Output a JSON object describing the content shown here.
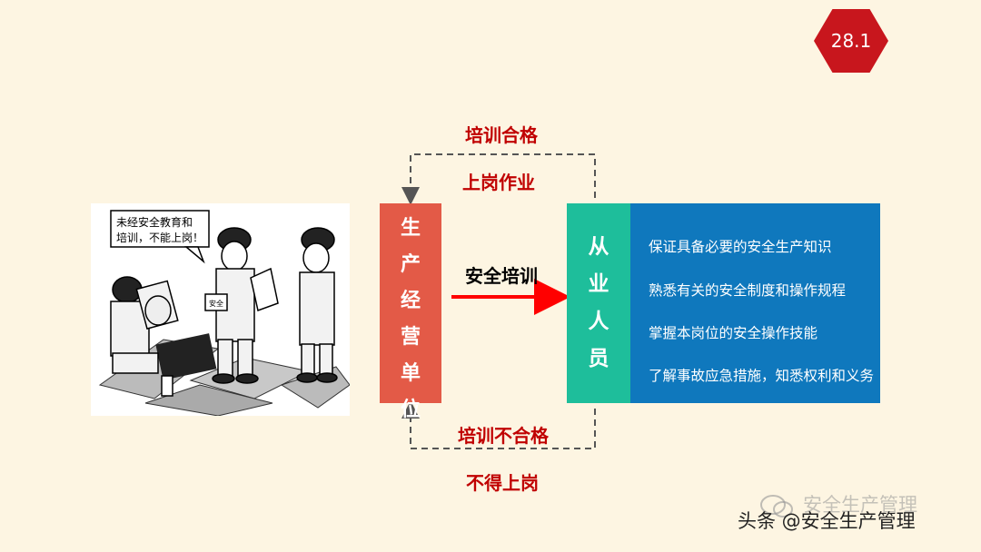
{
  "badge": "28.1",
  "cartoon": {
    "speech": "未经安全教育和培训，不能上岗！",
    "armband": "安全"
  },
  "loop_top": {
    "label1": "培训合格",
    "label2": "上岗作业"
  },
  "loop_bottom": {
    "label1": "培训不合格",
    "label2": "不得上岗"
  },
  "production_unit": [
    "生",
    "产",
    "经",
    "营",
    "单",
    "位"
  ],
  "arrow_label": "安全培训",
  "staff": [
    "从",
    "业",
    "人",
    "员"
  ],
  "requirements": [
    "保证具备必要的安全生产知识",
    "熟悉有关的安全制度和操作规程",
    "掌握本岗位的安全操作技能",
    "了解事故应急措施，知悉权利和义务"
  ],
  "watermark": "头条 @安全生产管理",
  "watermark_ghost": "安全生产管理",
  "colors": {
    "background": "#fdf5e2",
    "badge": "#c8161d",
    "label_red": "#c00000",
    "unit_box": "#e35a47",
    "staff_box": "#1ebe9b",
    "req_box": "#0f78bd",
    "arrow": "#ff0000"
  }
}
